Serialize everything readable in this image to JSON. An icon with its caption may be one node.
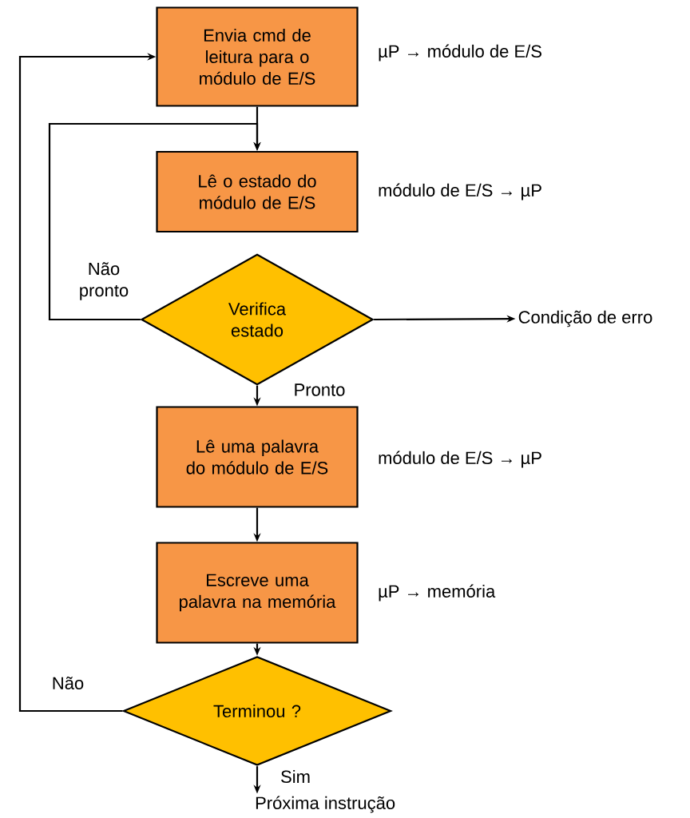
{
  "diagram": {
    "nodes": [
      {
        "text": [
          "Envia cmd de leitura para o módulo de E/S"
        ],
        "beside": [
          "µP → módulo de E/S"
        ]
      },
      {
        "text": [
          "Lê o estado do módulo de E/S"
        ],
        "beside": [
          "módulo de E/S → µP"
        ]
      },
      {
        "text": [
          "Verifica estado"
        ]
      },
      {
        "text": [
          "Condição de erro"
        ]
      },
      {
        "text": [
          "Lê uma palavra do módulo de E/S"
        ],
        "beside": [
          "módulo de E/S → µP"
        ]
      },
      {
        "text": [
          "Escreve uma palavra na memória"
        ],
        "beside": [
          "µP → memória"
        ]
      },
      {
        "text": [
          "Terminou ?"
        ]
      },
      {
        "text": [
          "Próxima instrução"
        ]
      }
    ],
    "edges": [
      {
        "from": 0,
        "to": 1,
        "arrow": "to"
      },
      {
        "from": 2,
        "to": 1,
        "arrow": "to",
        "label": "Não pronto"
      },
      {
        "from": 2,
        "to": 3,
        "arrow": "to"
      },
      {
        "from": 2,
        "to": 4,
        "arrow": "to",
        "label": "Pronto"
      },
      {
        "from": 4,
        "to": 5,
        "arrow": "to"
      },
      {
        "from": 5,
        "to": 6,
        "arrow": "to"
      },
      {
        "from": 6,
        "to": 0,
        "arrow": "to",
        "label": "Não"
      },
      {
        "from": 6,
        "to": 7,
        "arrow": "to",
        "label": "Sim"
      }
    ]
  }
}
